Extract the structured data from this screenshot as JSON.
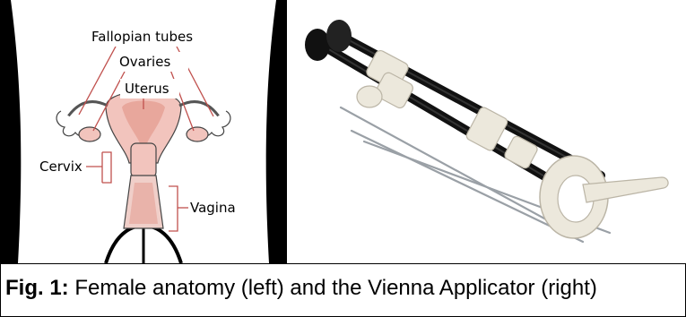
{
  "anatomy": {
    "labels": {
      "fallopian_tubes": "Fallopian tubes",
      "ovaries": "Ovaries",
      "uterus": "Uterus",
      "cervix": "Cervix",
      "vagina": "Vagina"
    },
    "colors": {
      "body_outline": "#000000",
      "organ_fill": "#f2c4bd",
      "organ_dark": "#e8a79c",
      "pointer_line": "#c0504d"
    }
  },
  "caption": {
    "prefix": "Fig. 1:",
    "text": "Female anatomy (left) and the Vienna Applicator (right)"
  }
}
